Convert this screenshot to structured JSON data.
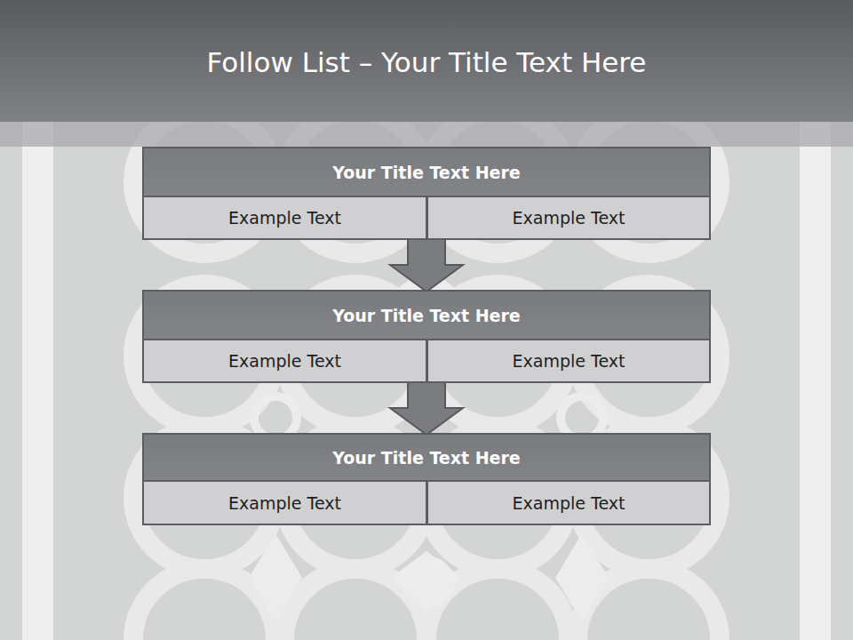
{
  "diagram": {
    "title": "Follow List  – Your Title Text Here",
    "nodes": [
      {
        "text": [
          "Your Title Text Here"
        ]
      },
      {
        "text": [
          "Example Text"
        ],
        "in": 0
      },
      {
        "text": [
          "Example Text"
        ],
        "in": 0
      },
      {
        "text": [
          "Your Title Text Here"
        ]
      },
      {
        "text": [
          "Example Text"
        ],
        "in": 3
      },
      {
        "text": [
          "Example Text"
        ],
        "in": 3
      },
      {
        "text": [
          "Your Title Text Here"
        ]
      },
      {
        "text": [
          "Example Text"
        ],
        "in": 6
      },
      {
        "text": [
          "Example Text"
        ],
        "in": 6
      }
    ],
    "edges": [
      {
        "from": 0,
        "to": 3,
        "arrow": "to"
      },
      {
        "from": 3,
        "to": 6,
        "arrow": "to"
      }
    ]
  }
}
